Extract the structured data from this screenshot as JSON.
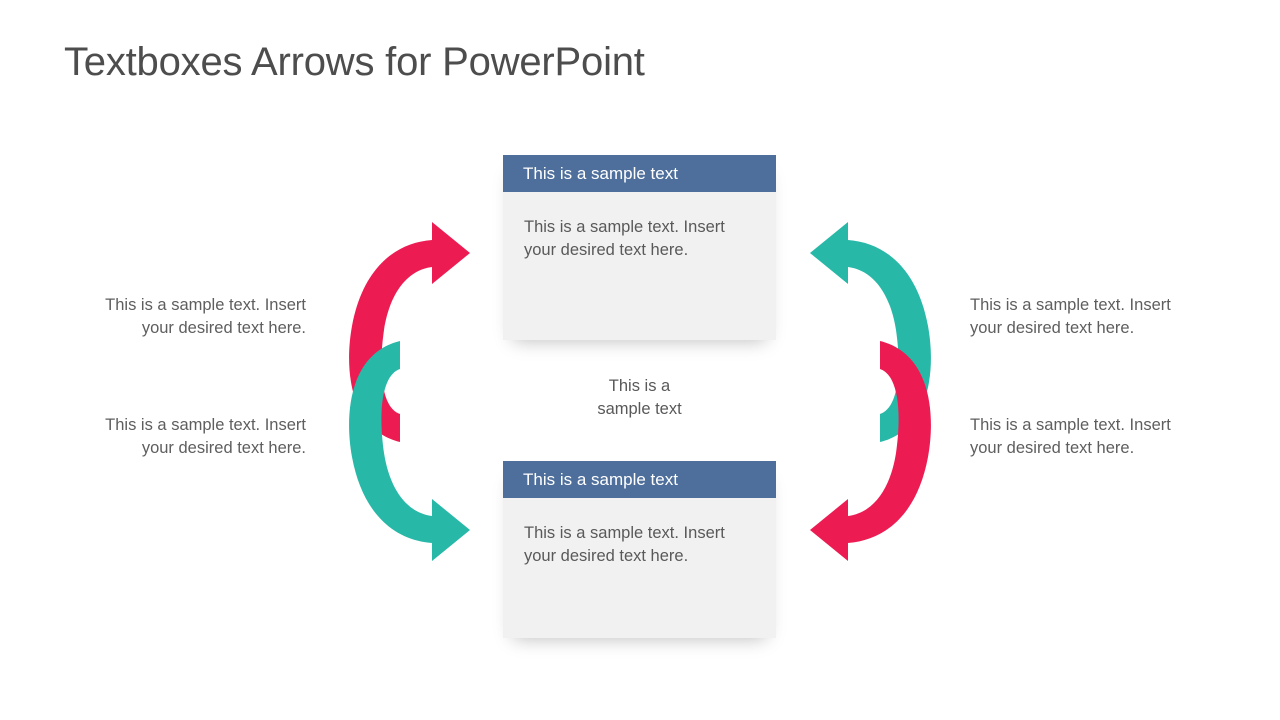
{
  "slide": {
    "title": "Textboxes Arrows for PowerPoint",
    "background": "#ffffff"
  },
  "colors": {
    "pink": "#EC1C53",
    "teal": "#27B8A8",
    "header_blue": "#4E6F9B",
    "body_gray": "#F1F1F1",
    "text_gray": "#595959",
    "title_gray": "#4D4D4D"
  },
  "center": {
    "top_box": {
      "header": "This is a sample text",
      "body": "This is a sample text. Insert your desired text here."
    },
    "caption_line1": "This is a",
    "caption_line2": "sample text",
    "bottom_box": {
      "header": "This is a sample text",
      "body": "This is a sample text. Insert your desired text here."
    }
  },
  "side_text": {
    "left": [
      "This is a sample text. Insert your desired text here.",
      "This is a sample text. Insert your desired text here."
    ],
    "right": [
      "This is a sample text. Insert your desired text here.",
      "This is a sample text. Insert your desired text here."
    ]
  },
  "arrows": [
    {
      "id": "left-top-arrow",
      "color": "#EC1C53",
      "direction": "up-right",
      "side": "left"
    },
    {
      "id": "left-bottom-arrow",
      "color": "#27B8A8",
      "direction": "down-right",
      "side": "left"
    },
    {
      "id": "right-top-arrow",
      "color": "#27B8A8",
      "direction": "up-left",
      "side": "right"
    },
    {
      "id": "right-bottom-arrow",
      "color": "#EC1C53",
      "direction": "down-left",
      "side": "right"
    }
  ]
}
